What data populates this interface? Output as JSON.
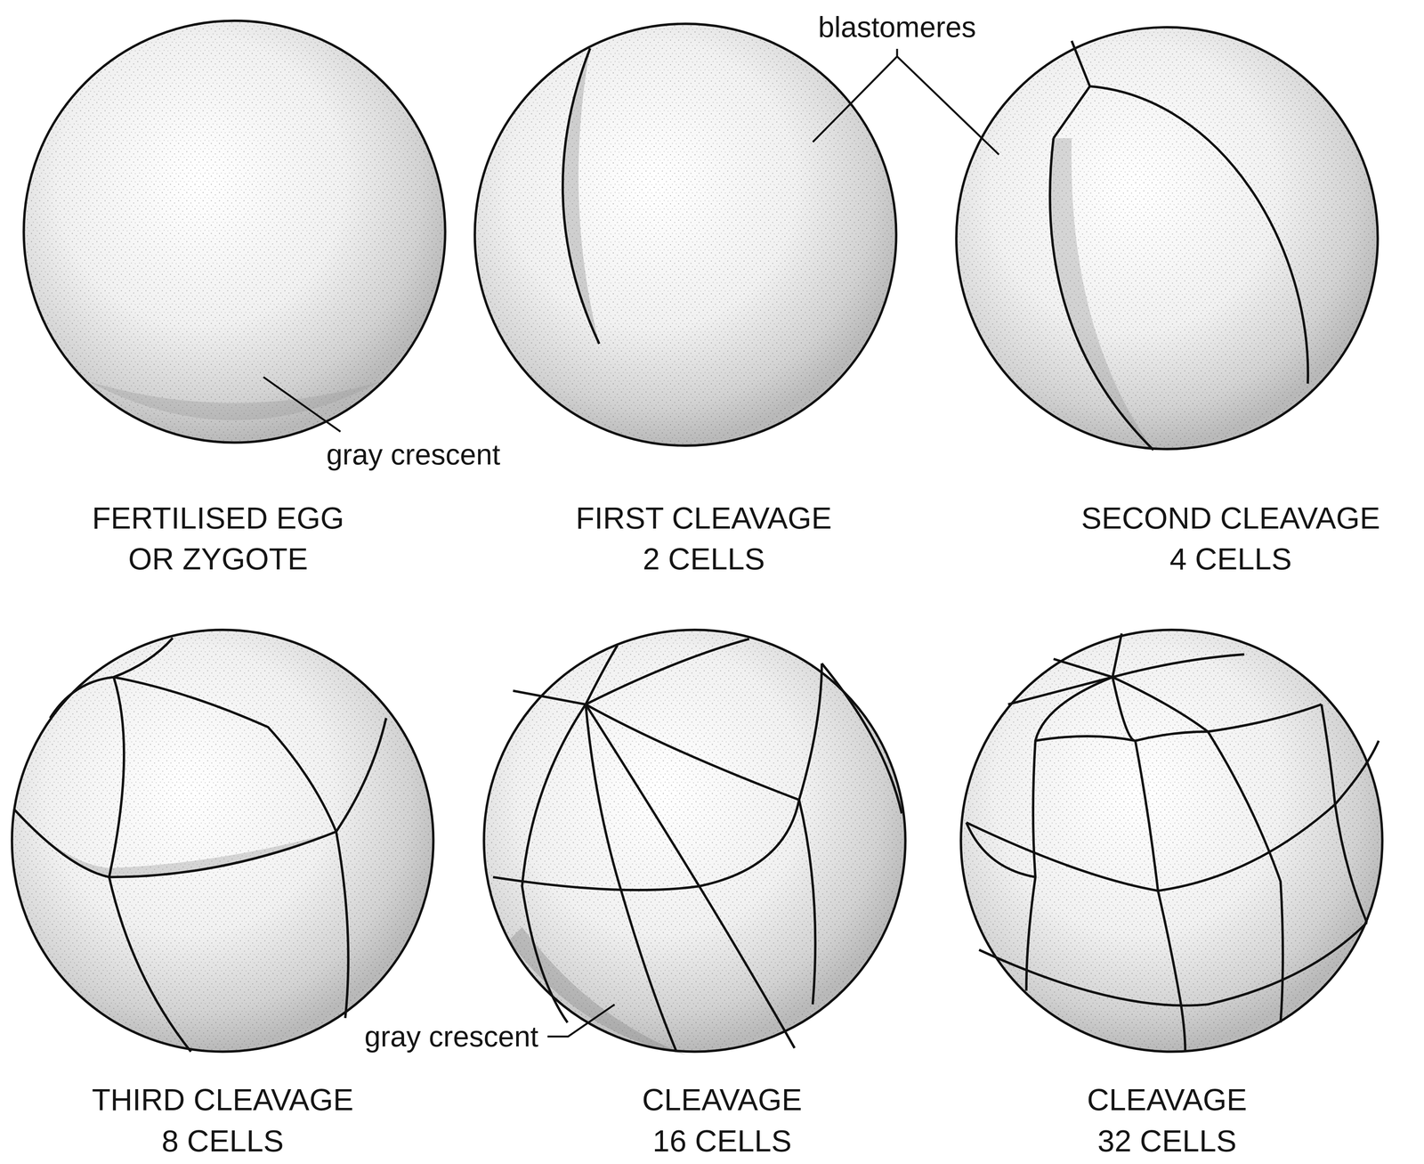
{
  "diagram": {
    "labels": [
      "blastomeres",
      "gray crescent",
      "FERTILISED EGG",
      "OR ZYGOTE",
      "FIRST CLEAVAGE",
      "2 CELLS",
      "SECOND CLEAVAGE",
      "4 CELLS",
      "gray crescent",
      "THIRD CLEAVAGE",
      "8 CELLS",
      "CLEAVAGE",
      "16 CELLS",
      "CLEAVAGE",
      "32 CELLS"
    ]
  }
}
